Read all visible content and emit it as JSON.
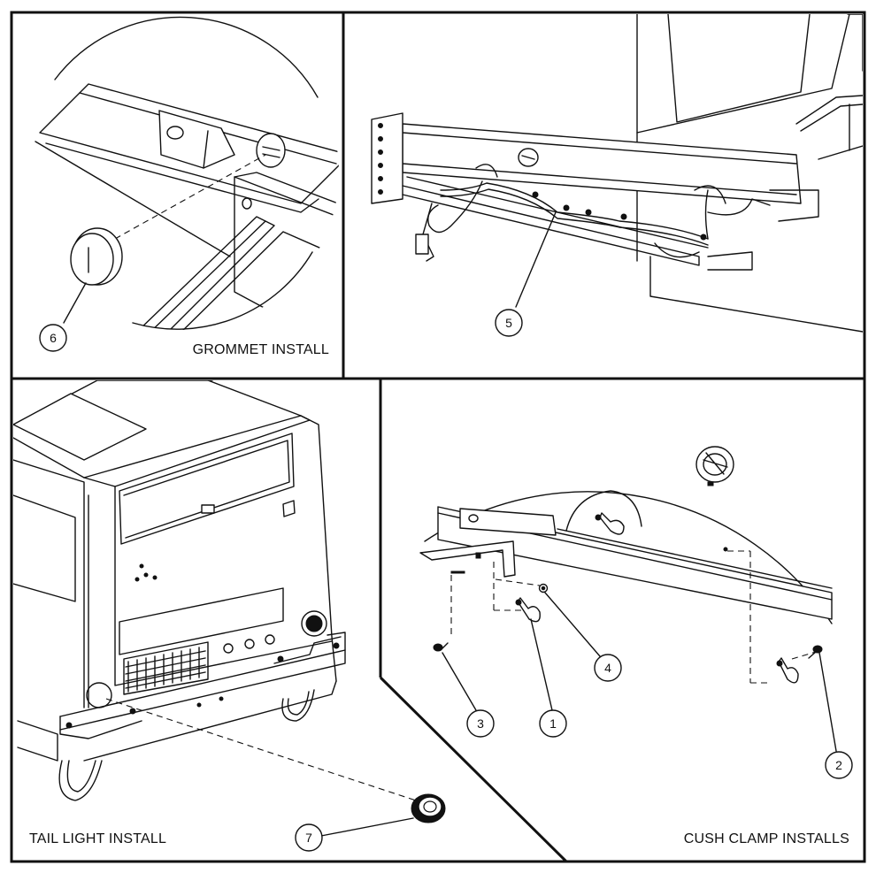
{
  "panels": [
    {
      "id": "grommet",
      "caption": "GROMMET INSTALL"
    },
    {
      "id": "harness",
      "caption": ""
    },
    {
      "id": "tail",
      "caption": "TAIL LIGHT INSTALL"
    },
    {
      "id": "cush",
      "caption": "CUSH CLAMP INSTALLS"
    }
  ],
  "callouts": [
    {
      "num": "6"
    },
    {
      "num": "5"
    },
    {
      "num": "7"
    },
    {
      "num": "3"
    },
    {
      "num": "1"
    },
    {
      "num": "4"
    },
    {
      "num": "2"
    }
  ],
  "colors": {
    "line": "#111111",
    "background": "#ffffff"
  }
}
